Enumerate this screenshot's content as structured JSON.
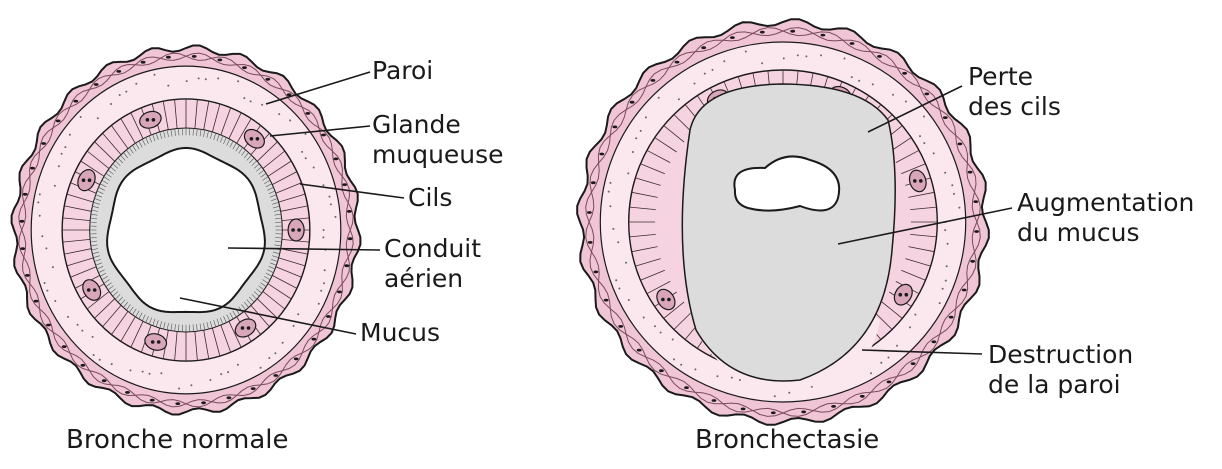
{
  "normal": {
    "title": "Bronche normale",
    "labels": {
      "paroi": "Paroi",
      "glande_line1": "Glande",
      "glande_line2": "muqueuse",
      "cils": "Cils",
      "conduit_line1": "Conduit",
      "conduit_line2": "aérien",
      "mucus": "Mucus"
    }
  },
  "bronchectasie": {
    "title": "Bronchectasie",
    "labels": {
      "perte_line1": "Perte",
      "perte_line2": "des cils",
      "augmentation_line1": "Augmentation",
      "augmentation_line2": "du mucus",
      "destruction_line1": "Destruction",
      "destruction_line2": "de la paroi"
    }
  },
  "colors": {
    "wall_outer": "#f0c6d6",
    "wall_inner": "#fbe7ee",
    "epithelium": "#f6d3e0",
    "mucus": "#dcdcdc",
    "line": "#1a1a1a"
  }
}
